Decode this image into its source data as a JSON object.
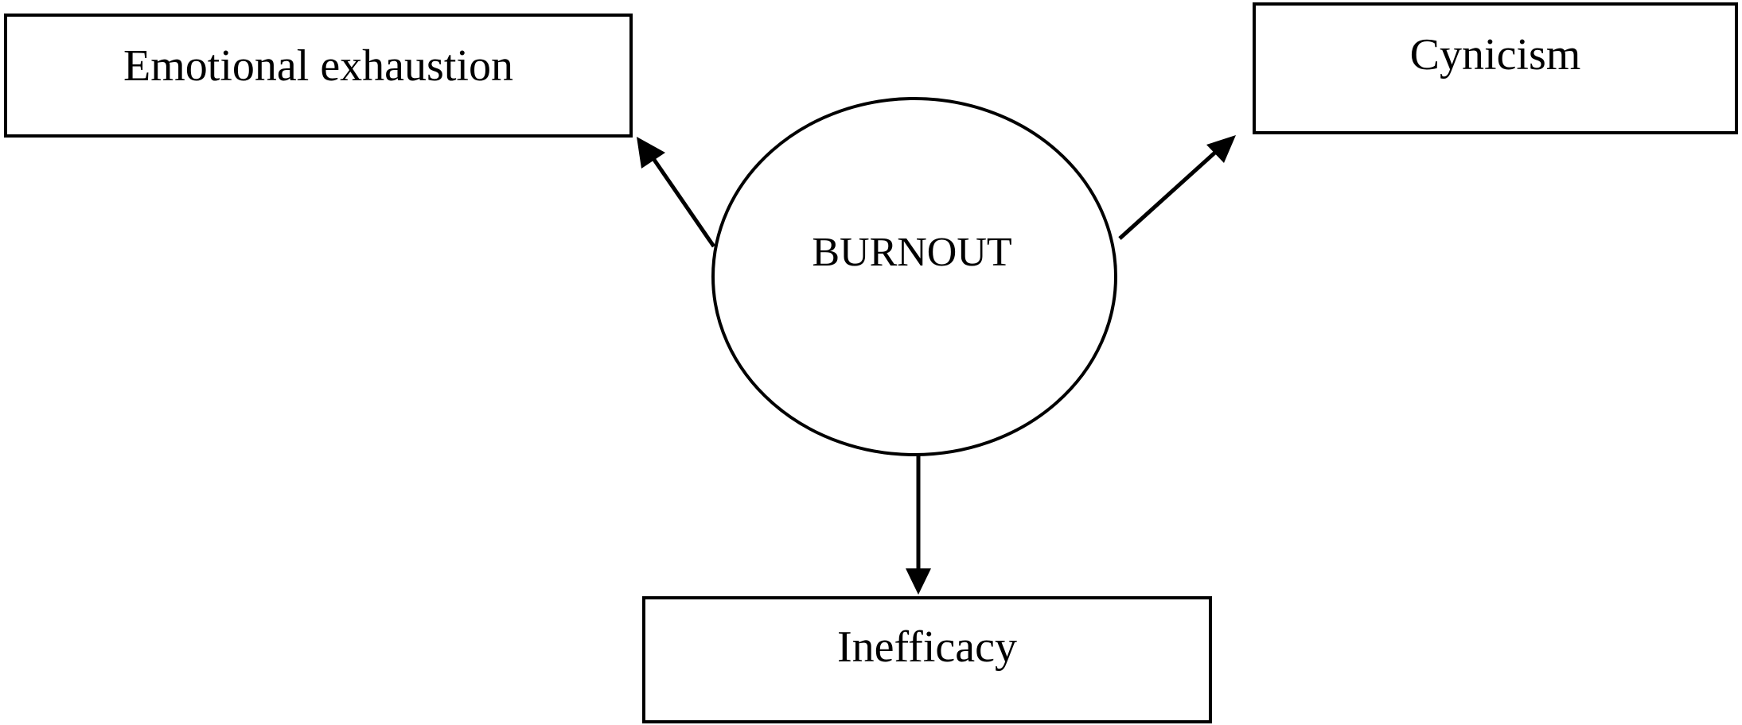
{
  "diagram": {
    "center": {
      "label": "BURNOUT"
    },
    "nodes": {
      "exhaustion": {
        "label": "Emotional exhaustion"
      },
      "cynicism": {
        "label": "Cynicism"
      },
      "inefficacy": {
        "label": "Inefficacy"
      }
    },
    "edges": [
      {
        "from": "BURNOUT",
        "to": "Emotional exhaustion"
      },
      {
        "from": "BURNOUT",
        "to": "Cynicism"
      },
      {
        "from": "BURNOUT",
        "to": "Inefficacy"
      }
    ],
    "colors": {
      "stroke": "#000000",
      "fill": "#ffffff"
    }
  }
}
